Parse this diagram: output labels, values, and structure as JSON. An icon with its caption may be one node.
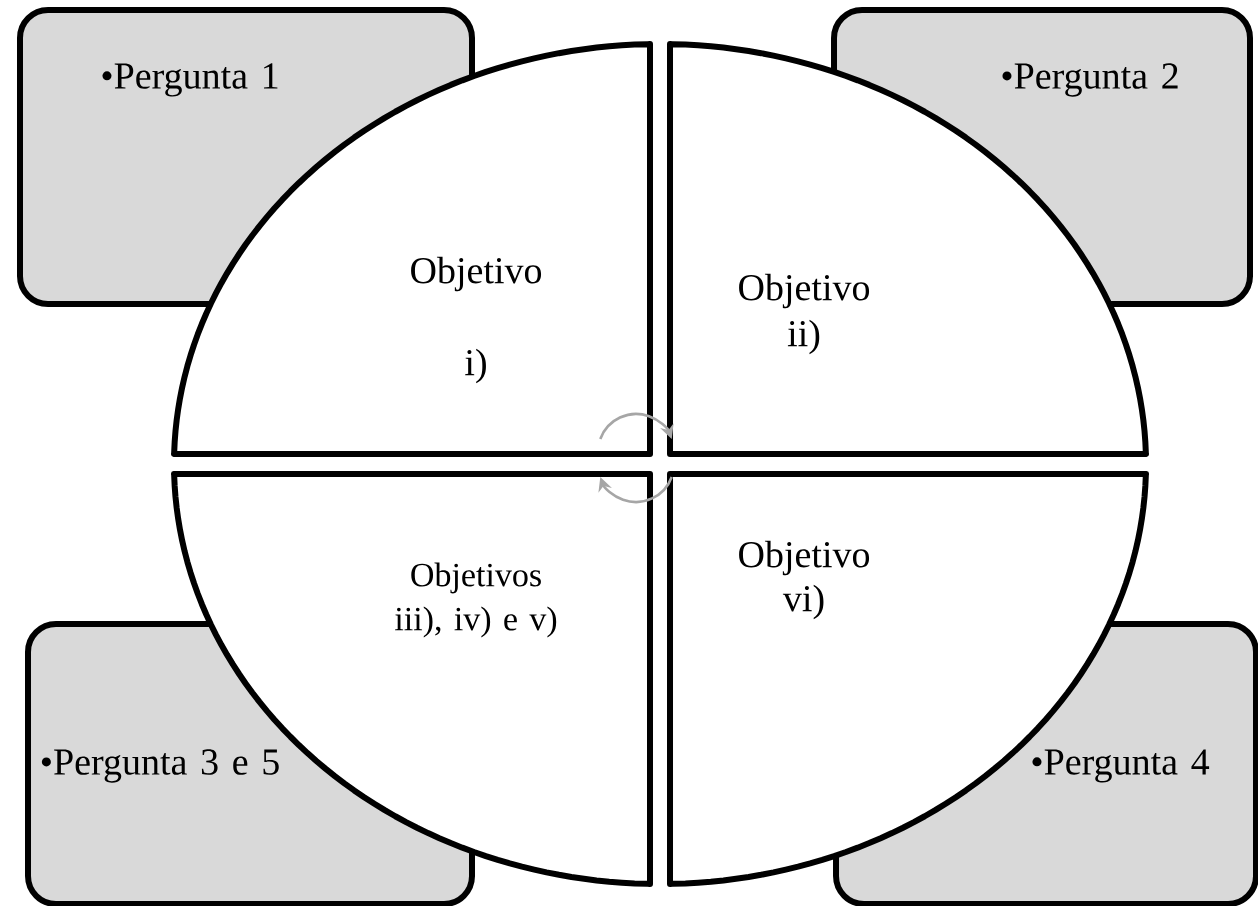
{
  "diagram": {
    "nodes": [
      {
        "text": [
          "•Pergunta 1"
        ]
      },
      {
        "text": [
          "•Pergunta 2"
        ]
      },
      {
        "text": [
          "•Pergunta 3 e 5"
        ]
      },
      {
        "text": [
          "•Pergunta 4"
        ]
      },
      {
        "text": [
          "Objetivo i)"
        ]
      },
      {
        "text": [
          "Objetivo ii)"
        ]
      },
      {
        "text": [
          "Objetivos iii), iv) e v)"
        ]
      },
      {
        "text": [
          "Objetivo vi)"
        ]
      }
    ],
    "edges": [
      {
        "from": 4,
        "to": 5,
        "arrow": "to",
        "color": "#a6a6a6"
      },
      {
        "from": 7,
        "to": 6,
        "arrow": "to",
        "color": "#a6a6a6"
      }
    ]
  }
}
